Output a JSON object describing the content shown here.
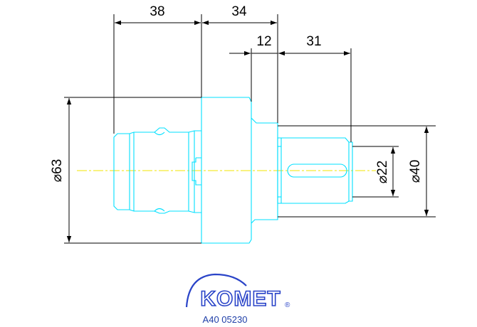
{
  "dimensions": {
    "head_length": "38",
    "body_length": "34",
    "shoulder_length": "12",
    "shank_length": "31",
    "body_diameter": "⌀63",
    "shank_diameter": "⌀40",
    "bore_diameter": "⌀22"
  },
  "logo": {
    "brand": "KOMET",
    "registered_mark": "®"
  },
  "part_number": "A40 05230",
  "colors": {
    "part_outline": "#00e0ff",
    "dimension_lines": "#000000",
    "center_axis": "#f2e600",
    "logo": "#2a44c8"
  }
}
